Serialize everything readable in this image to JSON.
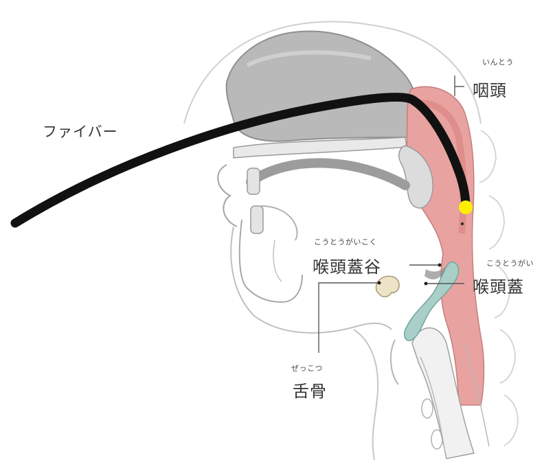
{
  "labels": {
    "fiber": "ファイバー",
    "pharynx": {
      "ruby": "いんとう",
      "main": "咽頭"
    },
    "vallecula": {
      "ruby": "こうとうがいこく",
      "main": "喉頭蓋谷"
    },
    "epiglottis": {
      "ruby": "こうとうがい",
      "main": "喉頭蓋"
    },
    "hyoid": {
      "ruby": "ぜっこつ",
      "main": "舌骨"
    }
  },
  "colors": {
    "pharynx_wall": "#e8a3a0",
    "pharynx_dark": "#d9807e",
    "soft_tissue": "#c2c2c2",
    "epiglottis": "#a9cfc8",
    "hyoid": "#ede3c6",
    "fiber": "#111111",
    "fiber_tip": "#ffee00",
    "outline": "#9a9a9a"
  }
}
